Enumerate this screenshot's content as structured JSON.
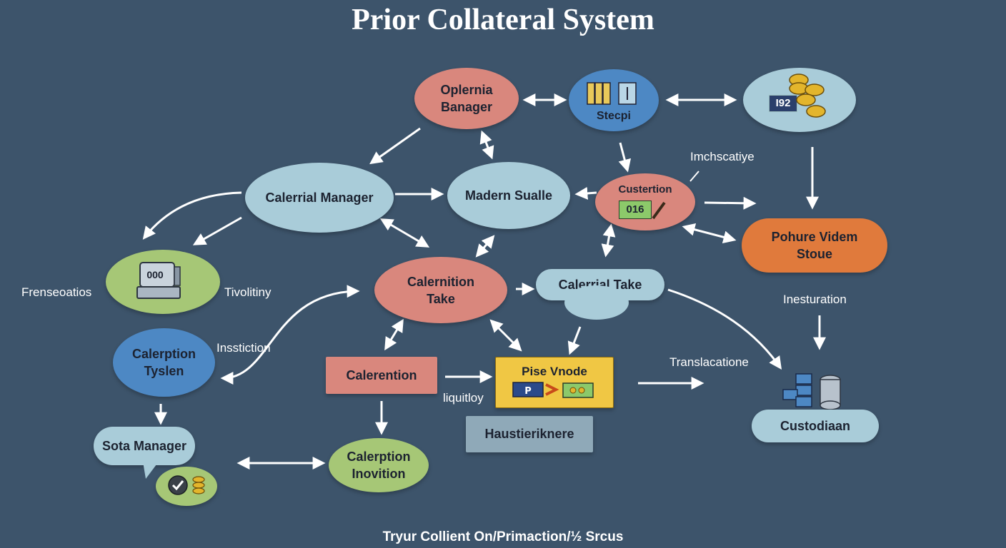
{
  "title": "Prior Collateral System",
  "footer": "Tryur Collient On/Primaction/½ Srcus",
  "colors": {
    "background": "#3d546b",
    "salmon": "#d9877d",
    "lightblue": "#a9ccd9",
    "blue": "#4d88c4",
    "green": "#a6c776",
    "orange": "#e07a3c",
    "yellow": "#f0c744",
    "slate": "#8fa9b8",
    "arrow": "#ffffff"
  },
  "nodes": {
    "operations_manager": {
      "line1": "Oplernia",
      "line2": "Banager"
    },
    "stecpi": {
      "label": "Stecpi"
    },
    "coins": {
      "badge": "I92"
    },
    "collateral_manager": {
      "label": "Calerrial Manager"
    },
    "modern_scale": {
      "label": "Madern Sualle"
    },
    "custertion": {
      "label": "Custertion",
      "badge": "016"
    },
    "future_vendor_store": {
      "line1": "Pohure Videm",
      "line2": "Stoue"
    },
    "freight_terminal": {
      "badge": "000"
    },
    "calernition_take": {
      "line1": "Calernition",
      "line2": "Take"
    },
    "calerrial_take": {
      "label": "Calerrial Take"
    },
    "calerption_tyslen": {
      "line1": "Calerption",
      "line2": "Tyslen"
    },
    "calerention": {
      "label": "Calerention"
    },
    "pise_vnode": {
      "label": "Pise Vnode"
    },
    "haustierknere": {
      "label": "Haustieriknere"
    },
    "custodiaan": {
      "label": "Custodiaan"
    },
    "sota_manager": {
      "label": "Sota Manager"
    },
    "calerption_inovition": {
      "line1": "Calerption",
      "line2": "Inovition"
    }
  },
  "labels": {
    "imchscatiye": "Imchscatiye",
    "frenseoatios": "Frenseoatios",
    "tivolitiny": "Tivolitiny",
    "insstiction": "Insstiction",
    "instauration": "Inesturation",
    "translacatione": "Translacatione",
    "liquitloy": "liquitloy"
  }
}
